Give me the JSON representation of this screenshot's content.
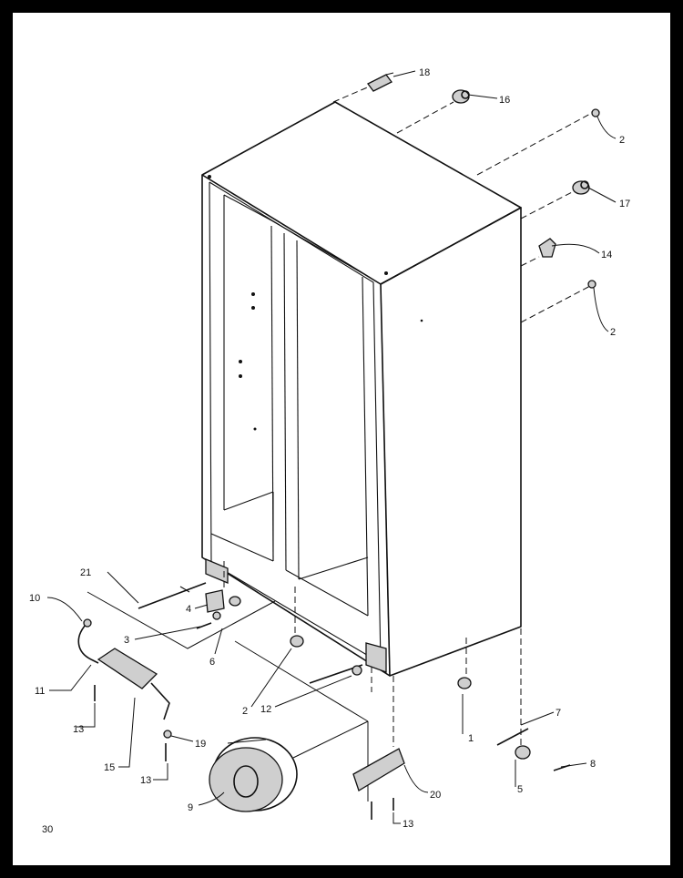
{
  "labels": {
    "l18": "18",
    "l16": "16",
    "l2a": "2",
    "l17": "17",
    "l14": "14",
    "l2b": "2",
    "l21": "21",
    "l10": "10",
    "l4": "4",
    "l3": "3",
    "l6": "6",
    "l2c": "2",
    "l11": "11",
    "l12": "12",
    "l1": "1",
    "l7": "7",
    "l13a": "13",
    "l19": "19",
    "l15": "15",
    "l13b": "13",
    "l8": "8",
    "l5": "5",
    "l9": "9",
    "l20": "20",
    "l13c": "13"
  },
  "page_number": "30"
}
